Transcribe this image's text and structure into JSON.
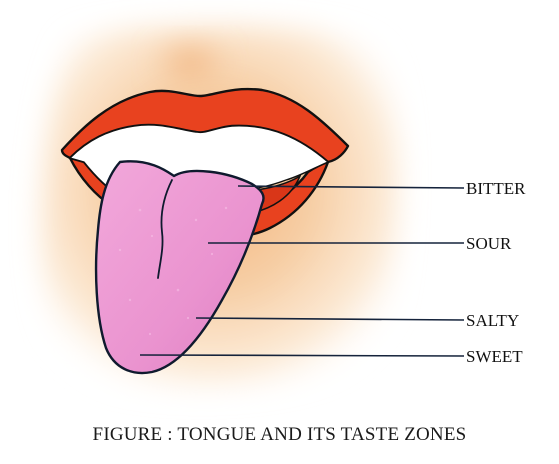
{
  "figure": {
    "caption": "FIGURE : TONGUE AND ITS TASTE ZONES",
    "zones": [
      {
        "id": "bitter",
        "label": "BITTER"
      },
      {
        "id": "sour",
        "label": "SOUR"
      },
      {
        "id": "salty",
        "label": "SALTY"
      },
      {
        "id": "sweet",
        "label": "SWEET"
      }
    ]
  },
  "colors": {
    "skin": "#f3c79b",
    "lips": "#e8421f",
    "lip_outline": "#111111",
    "teeth": "#ffffff",
    "tongue": "#ee9bd3",
    "tongue_edge": "#0f1a2e",
    "leader_line": "#15233b"
  }
}
